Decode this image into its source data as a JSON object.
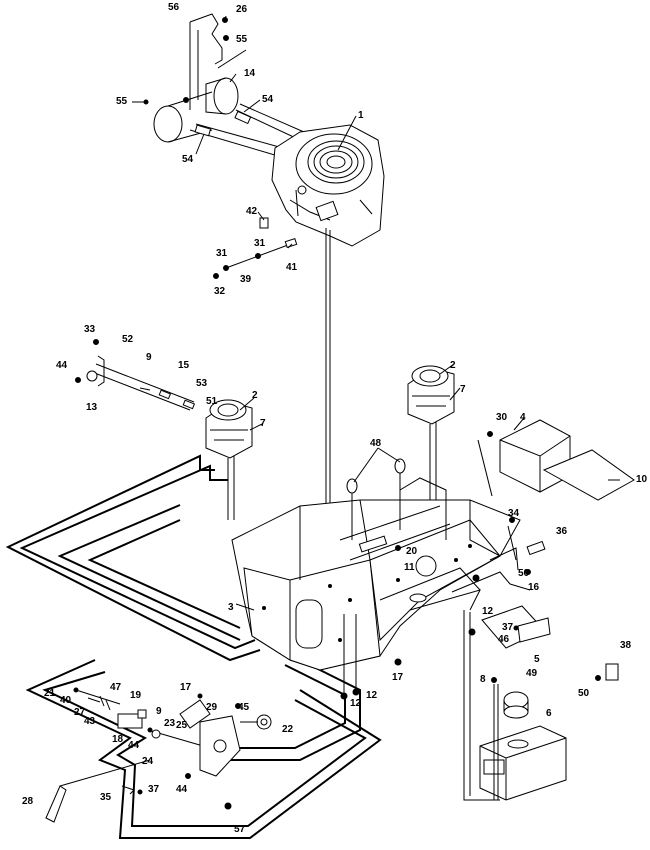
{
  "diagram": {
    "callouts": [
      {
        "id": "c1",
        "label": "1"
      },
      {
        "id": "c2a",
        "label": "2"
      },
      {
        "id": "c2b",
        "label": "2"
      },
      {
        "id": "c3",
        "label": "3"
      },
      {
        "id": "c4",
        "label": "4"
      },
      {
        "id": "c5",
        "label": "5"
      },
      {
        "id": "c6",
        "label": "6"
      },
      {
        "id": "c7a",
        "label": "7"
      },
      {
        "id": "c7b",
        "label": "7"
      },
      {
        "id": "c8",
        "label": "8"
      },
      {
        "id": "c9a",
        "label": "9"
      },
      {
        "id": "c9b",
        "label": "9"
      },
      {
        "id": "c10",
        "label": "10"
      },
      {
        "id": "c11",
        "label": "11"
      },
      {
        "id": "c12a",
        "label": "12"
      },
      {
        "id": "c12b",
        "label": "12"
      },
      {
        "id": "c12c",
        "label": "12"
      },
      {
        "id": "c13",
        "label": "13"
      },
      {
        "id": "c14",
        "label": "14"
      },
      {
        "id": "c15",
        "label": "15"
      },
      {
        "id": "c16",
        "label": "16"
      },
      {
        "id": "c17a",
        "label": "17"
      },
      {
        "id": "c17b",
        "label": "17"
      },
      {
        "id": "c18",
        "label": "18"
      },
      {
        "id": "c19",
        "label": "19"
      },
      {
        "id": "c20",
        "label": "20"
      },
      {
        "id": "c21",
        "label": "21"
      },
      {
        "id": "c22",
        "label": "22"
      },
      {
        "id": "c23",
        "label": "23"
      },
      {
        "id": "c24",
        "label": "24"
      },
      {
        "id": "c25",
        "label": "25"
      },
      {
        "id": "c26",
        "label": "26"
      },
      {
        "id": "c27",
        "label": "27"
      },
      {
        "id": "c28",
        "label": "28"
      },
      {
        "id": "c29",
        "label": "29"
      },
      {
        "id": "c30",
        "label": "30"
      },
      {
        "id": "c31a",
        "label": "31"
      },
      {
        "id": "c31b",
        "label": "31"
      },
      {
        "id": "c32",
        "label": "32"
      },
      {
        "id": "c33",
        "label": "33"
      },
      {
        "id": "c34",
        "label": "34"
      },
      {
        "id": "c35",
        "label": "35"
      },
      {
        "id": "c36",
        "label": "36"
      },
      {
        "id": "c37a",
        "label": "37"
      },
      {
        "id": "c37b",
        "label": "37"
      },
      {
        "id": "c38",
        "label": "38"
      },
      {
        "id": "c39",
        "label": "39"
      },
      {
        "id": "c40",
        "label": "40"
      },
      {
        "id": "c41",
        "label": "41"
      },
      {
        "id": "c42",
        "label": "42"
      },
      {
        "id": "c43",
        "label": "43"
      },
      {
        "id": "c44a",
        "label": "44"
      },
      {
        "id": "c44b",
        "label": "44"
      },
      {
        "id": "c44c",
        "label": "44"
      },
      {
        "id": "c45",
        "label": "45"
      },
      {
        "id": "c46",
        "label": "46"
      },
      {
        "id": "c47",
        "label": "47"
      },
      {
        "id": "c48",
        "label": "48"
      },
      {
        "id": "c49",
        "label": "49"
      },
      {
        "id": "c50a",
        "label": "50"
      },
      {
        "id": "c50b",
        "label": "50"
      },
      {
        "id": "c51",
        "label": "51"
      },
      {
        "id": "c52",
        "label": "52"
      },
      {
        "id": "c53",
        "label": "53"
      },
      {
        "id": "c54a",
        "label": "54"
      },
      {
        "id": "c54b",
        "label": "54"
      },
      {
        "id": "c55a",
        "label": "55"
      },
      {
        "id": "c55b",
        "label": "55"
      },
      {
        "id": "c56",
        "label": "56"
      },
      {
        "id": "c57",
        "label": "57"
      }
    ]
  }
}
